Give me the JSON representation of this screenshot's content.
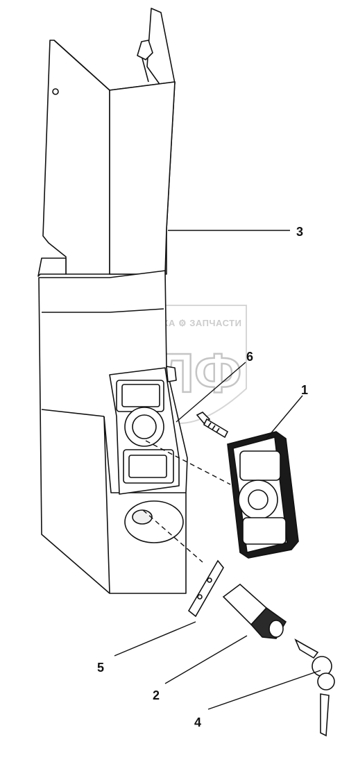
{
  "watermark": {
    "line": "ТЕХНИКА ⚙ ЗАПЧАСТИ",
    "logo": "ЭЛФ"
  },
  "callouts": [
    {
      "id": "1",
      "label": "1"
    },
    {
      "id": "2",
      "label": "2"
    },
    {
      "id": "3",
      "label": "3"
    },
    {
      "id": "4",
      "label": "4"
    },
    {
      "id": "5",
      "label": "5"
    },
    {
      "id": "6",
      "label": "6"
    }
  ]
}
